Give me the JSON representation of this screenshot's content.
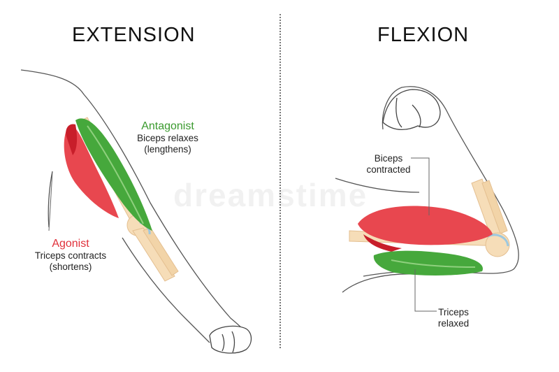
{
  "titles": {
    "extension": "EXTENSION",
    "flexion": "FLEXION"
  },
  "extension": {
    "antagonist": {
      "role": "Antagonist",
      "line1": "Biceps relaxes",
      "line2": "(lengthens)"
    },
    "agonist": {
      "role": "Agonist",
      "line1": "Triceps contracts",
      "line2": "(shortens)"
    }
  },
  "flexion": {
    "biceps": {
      "line1": "Biceps",
      "line2": "contracted"
    },
    "triceps": {
      "line1": "Triceps",
      "line2": "relaxed"
    }
  },
  "watermark": "dreamstime",
  "colors": {
    "agonist_red": "#e0303a",
    "antagonist_green": "#3a9a2e",
    "muscle_red": "#e8474f",
    "muscle_green": "#46a83c",
    "bone": "#f6ddb8"
  }
}
